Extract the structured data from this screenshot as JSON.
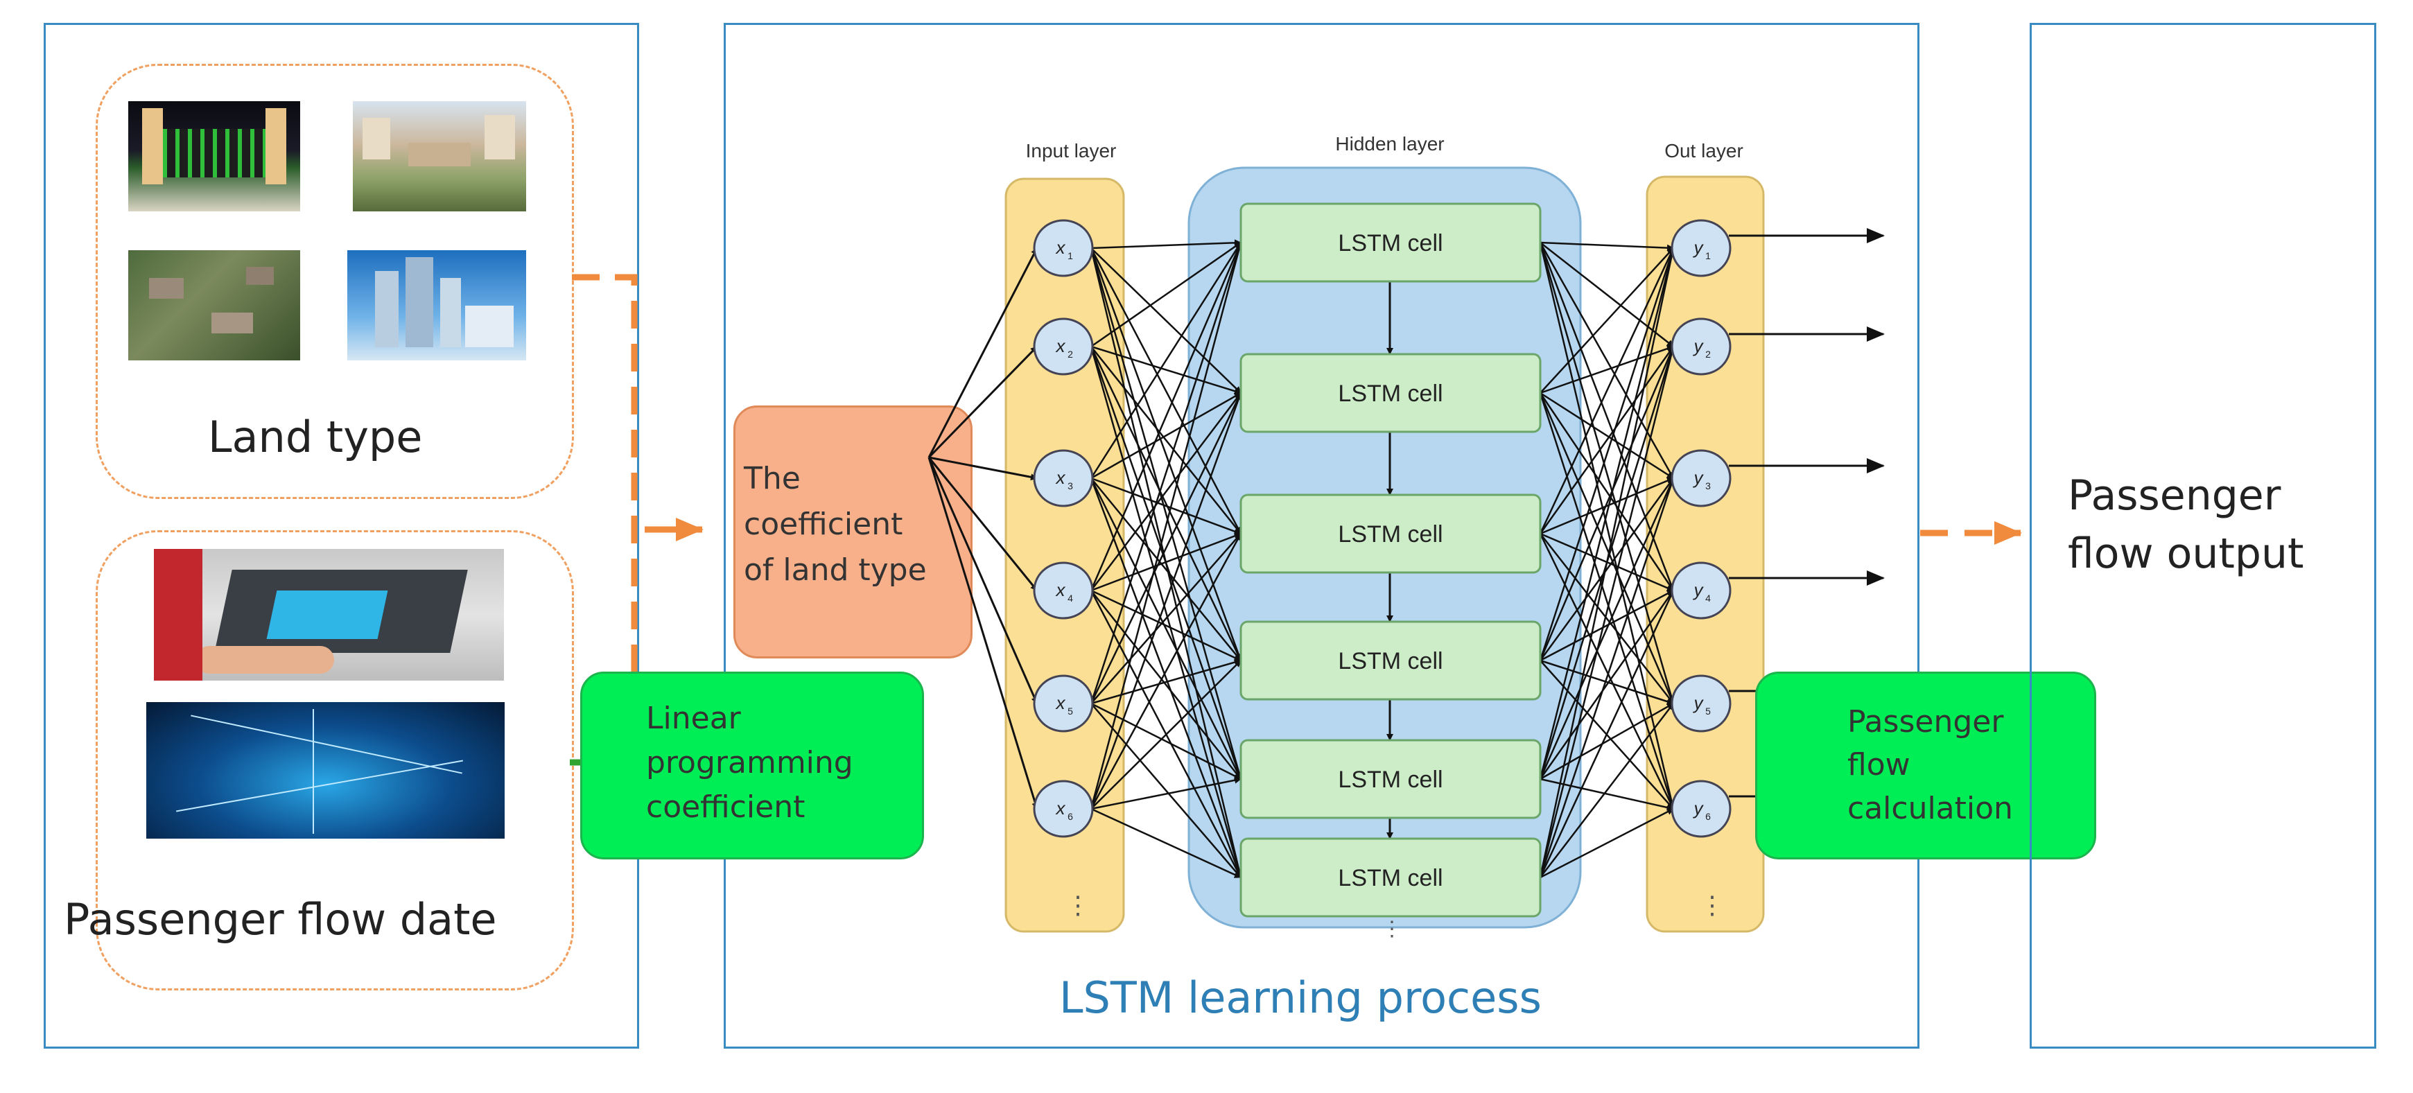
{
  "panels": {
    "inputs": {
      "land_type_label": "Land type",
      "passenger_flow_date_label": "Passenger flow date"
    },
    "lstm": {
      "title": "LSTM learning process",
      "input_layer_label": "Input layer",
      "hidden_layer_label": "Hidden layer",
      "out_layer_label": "Out layer",
      "input_nodes": [
        "x",
        "x",
        "x",
        "x",
        "x",
        "x"
      ],
      "output_nodes": [
        "y",
        "y",
        "y",
        "y",
        "y",
        "y"
      ],
      "cells": [
        "LSTM cell",
        "LSTM cell",
        "LSTM cell",
        "LSTM cell",
        "LSTM cell",
        "LSTM cell"
      ],
      "ellipsis": "⋮"
    },
    "output": {
      "label_line1": "Passenger",
      "label_line2": "flow output"
    }
  },
  "coefficient_box": {
    "line1": "The",
    "line2": "coefficient",
    "line3": "of land type"
  },
  "linear_programming_box": {
    "line1": "Linear",
    "line2": "programming",
    "line3": "coefficient"
  },
  "passenger_calc_box": {
    "line1": "Passenger",
    "line2": "flow",
    "line3": "calculation"
  },
  "colors": {
    "panel_border": "#3a8bc2",
    "dashed_orange": "#f0a060",
    "arrow_orange": "#f08a3c",
    "dashed_green": "#2fa52f",
    "green_box": "#00ee55",
    "coef_box": "#f7b08a",
    "input_layer": "#fadf94",
    "hidden_layer": "#b6d7ef",
    "cell": "#cdecc8",
    "node": "#cfe2f4",
    "title_blue": "#2d7fb5"
  }
}
